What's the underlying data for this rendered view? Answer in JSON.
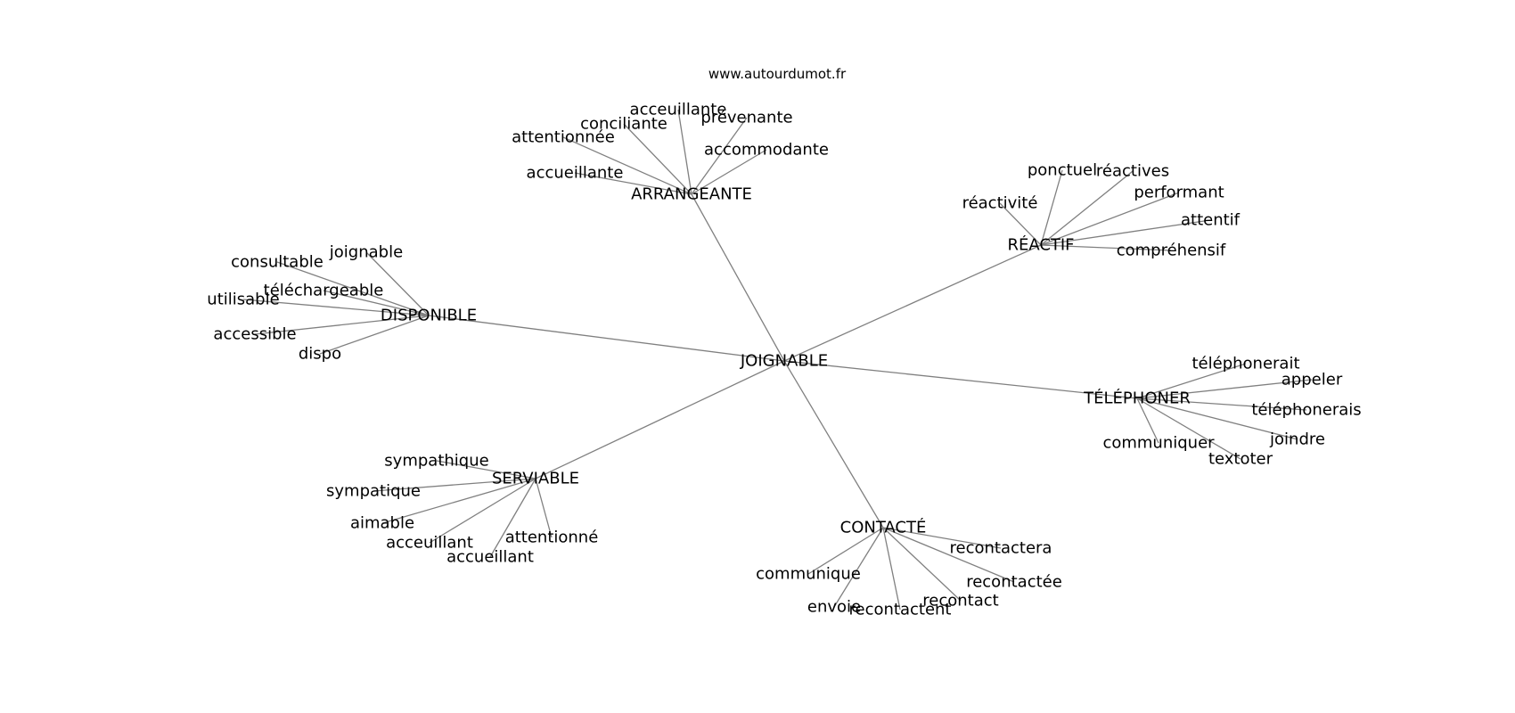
{
  "source": "www.autourdumot.fr",
  "center": {
    "label": "JOIGNABLE"
  },
  "hubs": [
    {
      "label": "ARRANGEANTE",
      "leaves": [
        "acceuillante",
        "conciliante",
        "prévenante",
        "attentionnée",
        "accommodante",
        "accueillante"
      ]
    },
    {
      "label": "RÉACTIF",
      "leaves": [
        "ponctuel",
        "réactives",
        "performant",
        "réactivité",
        "attentif",
        "compréhensif"
      ]
    },
    {
      "label": "DISPONIBLE",
      "leaves": [
        "joignable",
        "consultable",
        "téléchargeable",
        "utilisable",
        "accessible",
        "dispo"
      ]
    },
    {
      "label": "TÉLÉPHONER",
      "leaves": [
        "téléphonerait",
        "appeler",
        "téléphonerais",
        "joindre",
        "communiquer",
        "textoter"
      ]
    },
    {
      "label": "SERVIABLE",
      "leaves": [
        "sympathique",
        "sympatique",
        "aimable",
        "acceuillant",
        "accueillant",
        "attentionné"
      ]
    },
    {
      "label": "CONTACTÉ",
      "leaves": [
        "recontactera",
        "recontactée",
        "recontact",
        "recontactent",
        "envoie",
        "communique"
      ]
    }
  ]
}
